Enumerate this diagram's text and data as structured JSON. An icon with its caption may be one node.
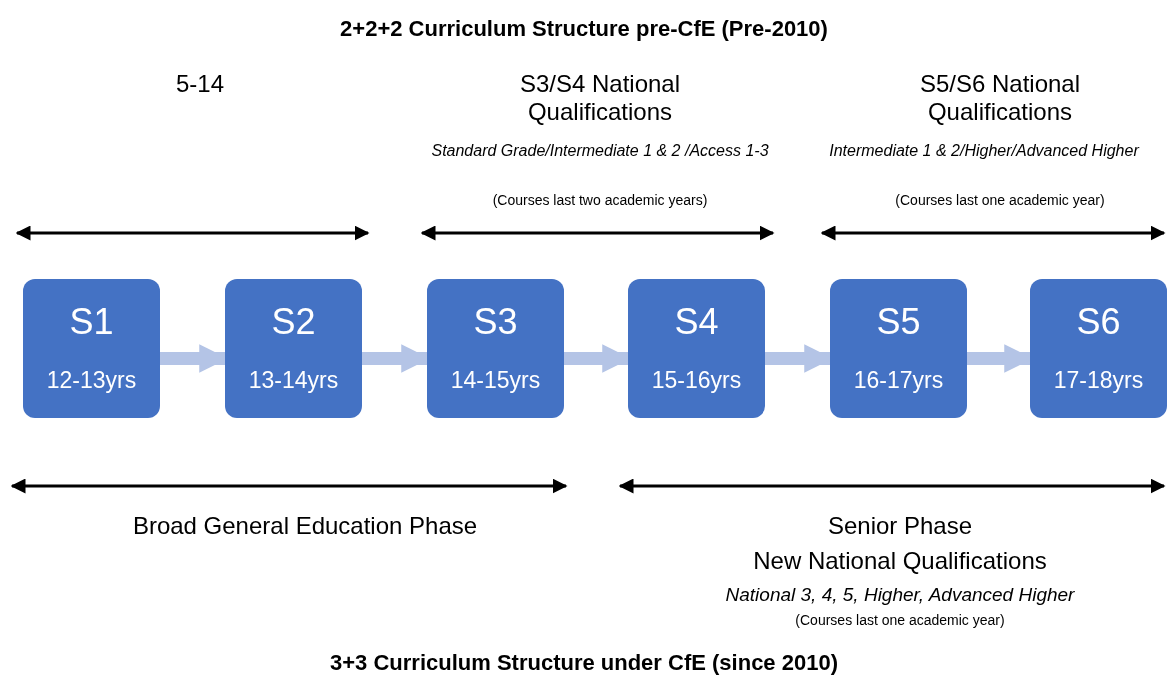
{
  "diagram": {
    "title": "2+2+2 Curriculum Structure pre-CfE (Pre-2010)",
    "caption": "3+3 Curriculum Structure under CfE (since 2010)",
    "nodes": [
      {
        "text": [
          "S1",
          "12-13yrs"
        ]
      },
      {
        "text": [
          "S2",
          "13-14yrs"
        ]
      },
      {
        "text": [
          "S3",
          "14-15yrs"
        ]
      },
      {
        "text": [
          "S4",
          "15-16yrs"
        ]
      },
      {
        "text": [
          "S5",
          "16-17yrs"
        ]
      },
      {
        "text": [
          "S6",
          "17-18yrs"
        ]
      }
    ],
    "edges": [
      {
        "from": 0,
        "to": 1,
        "arrow": "to"
      },
      {
        "from": 1,
        "to": 2,
        "arrow": "to"
      },
      {
        "from": 2,
        "to": 3,
        "arrow": "to"
      },
      {
        "from": 3,
        "to": 4,
        "arrow": "to"
      },
      {
        "from": 4,
        "to": 5,
        "arrow": "to"
      }
    ],
    "labels": [
      "5-14",
      "S3/S4 National Qualifications",
      "Standard Grade/Intermediate 1 & 2 /Access 1-3",
      "(Courses last two academic years)",
      "S5/S6 National Qualifications",
      "Intermediate 1 & 2/Higher/Advanced Higher",
      "(Courses last one academic year)",
      "Broad General Education Phase",
      "Senior Phase",
      "New National Qualifications",
      "National 3, 4, 5, Higher, Advanced Higher",
      "(Courses last one academic year)"
    ]
  }
}
